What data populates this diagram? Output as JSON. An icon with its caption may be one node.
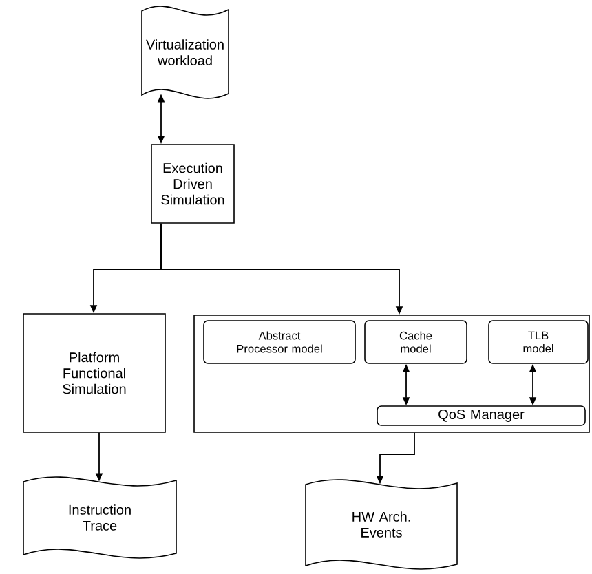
{
  "diagram": {
    "nodes": [
      {
        "text": [
          "Virtualization workload"
        ]
      },
      {
        "text": [
          "Execution Driven Simulation"
        ]
      },
      {
        "text": [
          "Platform Functional Simulation"
        ]
      },
      {
        "text": [],
        "shape": "box"
      },
      {
        "text": [
          "Abstract Processor model"
        ],
        "in": 3
      },
      {
        "text": [
          "Cache model"
        ],
        "in": 3
      },
      {
        "text": [
          "TLB model"
        ],
        "in": 3
      },
      {
        "text": [
          "QoS Manager"
        ],
        "in": 3
      },
      {
        "text": [
          "Instruction Trace"
        ]
      },
      {
        "text": [
          "HW Arch. Events"
        ]
      }
    ],
    "edges": [
      {
        "from": 0,
        "to": 1,
        "arrow": "both"
      },
      {
        "from": 1,
        "to": 2,
        "arrow": "to"
      },
      {
        "from": 1,
        "to": 3,
        "arrow": "to"
      },
      {
        "from": 5,
        "to": 7,
        "arrow": "both"
      },
      {
        "from": 6,
        "to": 7,
        "arrow": "both"
      },
      {
        "from": 2,
        "to": 8,
        "arrow": "to"
      },
      {
        "from": 3,
        "to": 9,
        "arrow": "to"
      }
    ]
  }
}
